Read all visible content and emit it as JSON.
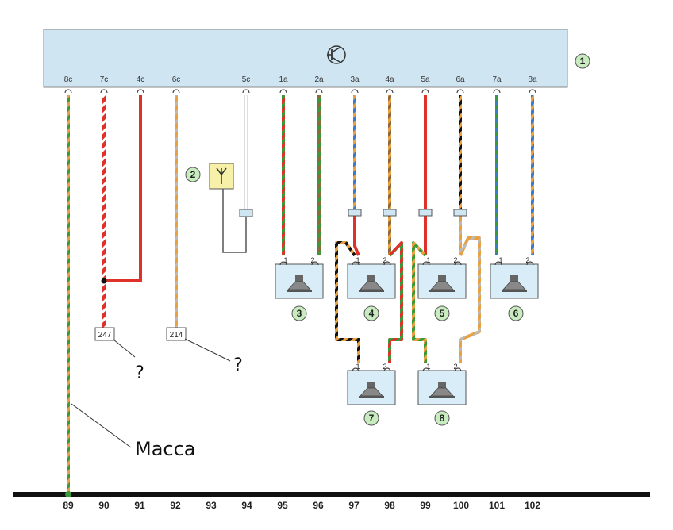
{
  "unit": {
    "callout": "1",
    "pins": [
      "8c",
      "7c",
      "4c",
      "6c",
      "5c",
      "1a",
      "2a",
      "3a",
      "4a",
      "5a",
      "6a",
      "7a",
      "8a"
    ]
  },
  "antenna": {
    "callout": "2"
  },
  "speakers": [
    {
      "callout": "3",
      "pin1": "1",
      "pin2": "2"
    },
    {
      "callout": "4",
      "pin1": "1",
      "pin2": "2"
    },
    {
      "callout": "5",
      "pin1": "1",
      "pin2": "2"
    },
    {
      "callout": "6",
      "pin1": "1",
      "pin2": "2"
    },
    {
      "callout": "7",
      "pin1": "1",
      "pin2": "2"
    },
    {
      "callout": "8",
      "pin1": "1",
      "pin2": "2"
    }
  ],
  "connectors": [
    {
      "label": "247",
      "question": "?"
    },
    {
      "label": "214",
      "question": "?"
    }
  ],
  "ground_label": "Масса",
  "bus_numbers": [
    "89",
    "90",
    "91",
    "92",
    "93",
    "94",
    "95",
    "96",
    "97",
    "98",
    "99",
    "100",
    "101",
    "102"
  ],
  "colors": {
    "unit_fill": "#cfe6f2",
    "callout_fill": "#c8ecc0",
    "speaker_fill": "#d8edf7",
    "wire_red": "#e0302a",
    "wire_green": "#3a9a3a",
    "wire_orange": "#e8a040",
    "wire_blue": "#3a7ac8",
    "wire_black": "#111111",
    "ground_bar": "#111111"
  }
}
